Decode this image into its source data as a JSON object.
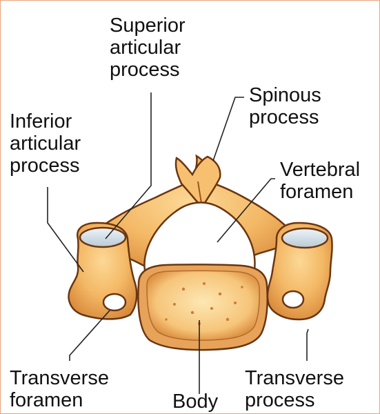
{
  "labels": {
    "superior_articular": [
      "Superior",
      "articular",
      "process"
    ],
    "spinous": [
      "Spinous",
      "process"
    ],
    "inferior_articular": [
      "Inferior",
      "articular",
      "process"
    ],
    "vertebral_foramen": [
      "Vertebral",
      "foramen"
    ],
    "transverse_foramen": [
      "Transverse",
      "foramen"
    ],
    "body": [
      "Body"
    ],
    "transverse_process": [
      "Transverse",
      "process"
    ]
  },
  "colors": {
    "frame": "#e9a37a",
    "bone_fill": "#f3b865",
    "bone_light": "#fbe2a6",
    "bone_shadow": "#c9782e",
    "bone_outline": "#6b3510",
    "articular_surface": "#d7e4ec",
    "leader_line": "#222222"
  }
}
